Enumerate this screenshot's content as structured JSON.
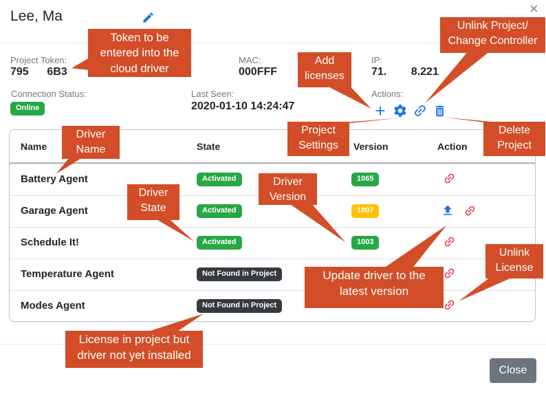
{
  "modal": {
    "title": "Lee, Ma",
    "close_x": "×",
    "close_button_label": "Close"
  },
  "info": {
    "project_token_label": "Project Token:",
    "project_token_value": "795      6B3",
    "mac_label": "MAC:",
    "mac_value": "000FFF",
    "ip_label": "IP:",
    "ip_value": "71.        8.221",
    "connection_status_label": "Connection Status:",
    "connection_status_value": "Online",
    "last_seen_label": "Last Seen:",
    "last_seen_value": "2020-01-10 14:24:47",
    "actions_label": "Actions:"
  },
  "table": {
    "headers": {
      "name": "Name",
      "state": "State",
      "version": "Version",
      "action": "Action"
    },
    "rows": [
      {
        "name": "Battery Agent",
        "state": "Activated",
        "version": "1065"
      },
      {
        "name": "Garage Agent",
        "state": "Activated",
        "version": "1007"
      },
      {
        "name": "Schedule It!",
        "state": "Activated",
        "version": "1003"
      },
      {
        "name": "Temperature Agent",
        "state": "Not Found in Project",
        "version": ""
      },
      {
        "name": "Modes Agent",
        "state": "Not Found in Project",
        "version": ""
      }
    ]
  },
  "annotations": {
    "token": "Token to be entered into the cloud driver",
    "unlink_project": "Unlink Project/ Change Controller",
    "add_licenses": "Add licenses",
    "project_settings": "Project Settings",
    "delete_project": "Delete Project",
    "driver_name": "Driver Name",
    "driver_state": "Driver State",
    "driver_version": "Driver Version",
    "update_driver": "Update driver to the latest version",
    "unlink_license": "Unlink License",
    "license_note": "License in project but driver not yet installed"
  },
  "icons": {
    "edit": "pencil-icon",
    "close": "close-icon",
    "add_licenses": "plus-icon",
    "project_settings": "gear-icon",
    "unlink_project": "link-icon",
    "delete_project": "trash-icon",
    "update_driver": "upload-icon",
    "unlink_license": "link-icon"
  },
  "colors": {
    "annotation_red": "#d24d28",
    "action_blue": "#1a73e8",
    "unlink_red": "#dc3545",
    "success_green": "#28a745",
    "warning_yellow": "#ffc107",
    "dark_badge": "#343a40",
    "close_button_gray": "#6c757d"
  }
}
